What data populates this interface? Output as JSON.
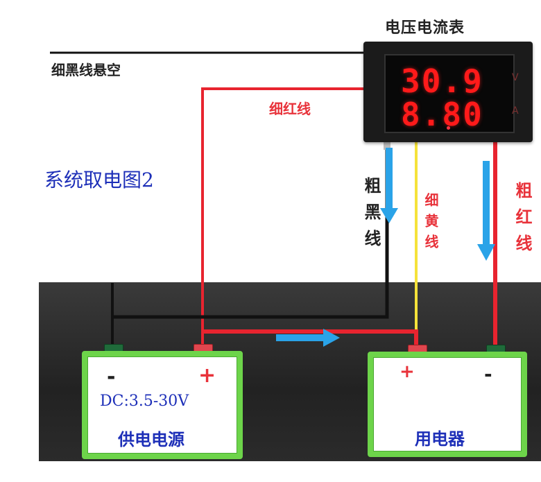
{
  "meter": {
    "title": "电压电流表",
    "voltage": "30.9",
    "current": "8.80",
    "voltage_unit": "V",
    "current_unit": "A"
  },
  "labels": {
    "thin_black": "细黑线悬空",
    "thin_red": "细红线",
    "thick_black": "粗黑线",
    "thin_yellow": "细黄线",
    "thick_red": "粗红线",
    "diagram_title": "系统取电图2"
  },
  "power_supply": {
    "name": "供电电源",
    "minus": "-",
    "plus": "+",
    "spec": "DC:3.5-30V"
  },
  "load": {
    "name": "用电器",
    "plus": "+",
    "minus": "-"
  },
  "colors": {
    "wire_red": "#e8242f",
    "wire_black": "#111111",
    "wire_yellow": "#f5e23a",
    "arrow_blue": "#2aa3e8",
    "battery_green": "#6dd44a",
    "panel_dark": "#2c2c2c"
  },
  "icons": {
    "arrow": "flow-arrow-icon"
  }
}
